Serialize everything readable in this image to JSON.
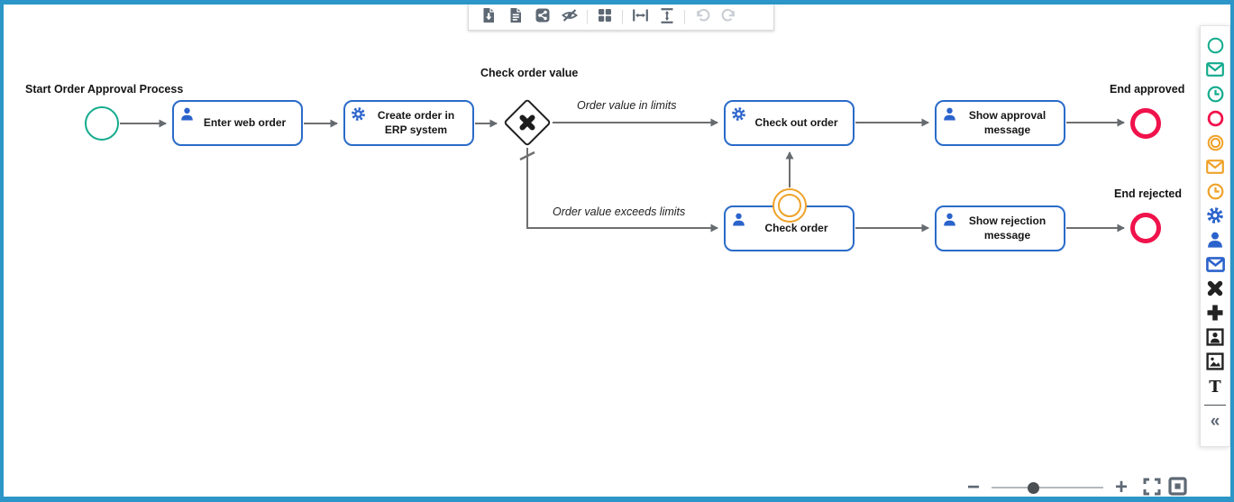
{
  "colors": {
    "frame_blue": "#2b96c7",
    "task_border_blue": "#2a6bc8",
    "icon_blue": "#2b63cc",
    "event_green": "#14ab8e",
    "event_red": "#f0124b",
    "event_orange": "#efa228",
    "arrow_gray": "#6b6b6b",
    "toolbar_icon_gray": "#5d6874",
    "disabled_gray": "#c9ced4"
  },
  "toolbar": {
    "items": [
      {
        "icon": "export-file-icon",
        "enabled": true
      },
      {
        "icon": "document-icon",
        "enabled": true
      },
      {
        "icon": "share-icon",
        "enabled": true
      },
      {
        "icon": "hide-preview-icon",
        "enabled": true
      },
      {
        "icon": "grid-layout-icon",
        "enabled": true
      },
      {
        "icon": "distribute-horizontal-icon",
        "enabled": true
      },
      {
        "icon": "distribute-vertical-icon",
        "enabled": true
      },
      {
        "icon": "undo-icon",
        "enabled": false
      },
      {
        "icon": "redo-icon",
        "enabled": false
      }
    ]
  },
  "diagram": {
    "events": {
      "start": {
        "label": "Start Order Approval Process",
        "type": "start-event"
      },
      "end_approved": {
        "label": "End approved",
        "type": "end-event"
      },
      "end_rejected": {
        "label": "End rejected",
        "type": "end-event"
      },
      "boundary": {
        "label": "",
        "type": "intermediate-boundary-event"
      }
    },
    "gateway": {
      "label": "Check order value",
      "type": "exclusive-gateway"
    },
    "tasks": {
      "enter_web_order": {
        "label": "Enter web order",
        "icon": "user-icon"
      },
      "create_order_erp": {
        "label": "Create order in ERP system",
        "icon": "gear-icon"
      },
      "check_out_order": {
        "label": "Check out order",
        "icon": "gear-icon"
      },
      "show_approval_message": {
        "label": "Show approval message",
        "icon": "user-icon"
      },
      "check_order": {
        "label": "Check order",
        "icon": "user-icon"
      },
      "show_rejection_message": {
        "label": "Show rejection message",
        "icon": "user-icon"
      }
    },
    "flow_labels": {
      "in_limits": "Order value in limits",
      "exceeds_limits": "Order value exceeds limits"
    }
  },
  "palette": {
    "items": [
      "start-event-icon",
      "message-start-event-icon",
      "timer-start-event-icon",
      "end-event-icon",
      "intermediate-event-icon",
      "message-intermediate-event-icon",
      "timer-intermediate-event-icon",
      "service-task-icon",
      "user-task-icon",
      "send-task-icon",
      "exclusive-gateway-icon",
      "parallel-gateway-icon",
      "user-image-icon",
      "image-icon",
      "text-annotation-icon"
    ],
    "text_tool_glyph": "T",
    "collapse_glyph": "«"
  },
  "zoom_controls": {
    "minus_glyph": "−",
    "plus_glyph": "+",
    "slider_position_pct": 32,
    "icons": [
      "fullscreen-icon",
      "fit-viewport-icon"
    ]
  }
}
